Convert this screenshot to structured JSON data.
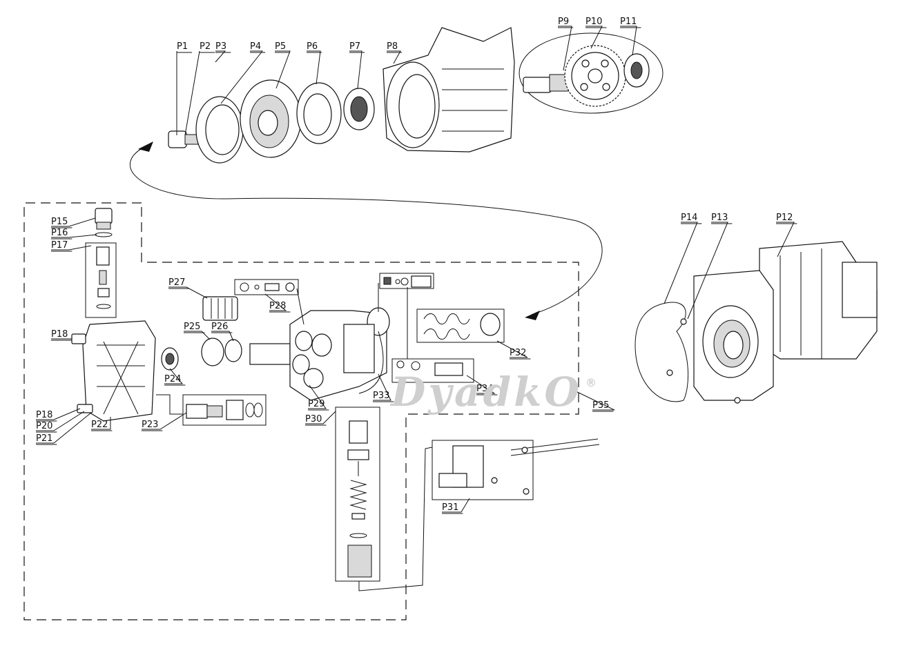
{
  "labels": {
    "p1": "P1",
    "p2": "P2",
    "p3": "P3",
    "p4": "P4",
    "p5": "P5",
    "p6": "P6",
    "p7": "P7",
    "p8": "P8",
    "p9": "P9",
    "p10": "P10",
    "p11": "P11",
    "p12": "P12",
    "p13": "P13",
    "p14": "P14",
    "p15": "P15",
    "p16": "P16",
    "p17": "P17",
    "p18": "P18",
    "p18b": "P18",
    "p20": "P20",
    "p21": "P21",
    "p22": "P22",
    "p23": "P23",
    "p24": "P24",
    "p25": "P25",
    "p26": "P26",
    "p27": "P27",
    "p28": "P28",
    "p29": "P29",
    "p30": "P30",
    "p31": "P31",
    "p32": "P32",
    "p33": "P33",
    "p34": "P34",
    "p35": "P35"
  },
  "watermark": {
    "text": "DyadkO",
    "mark": "®"
  }
}
